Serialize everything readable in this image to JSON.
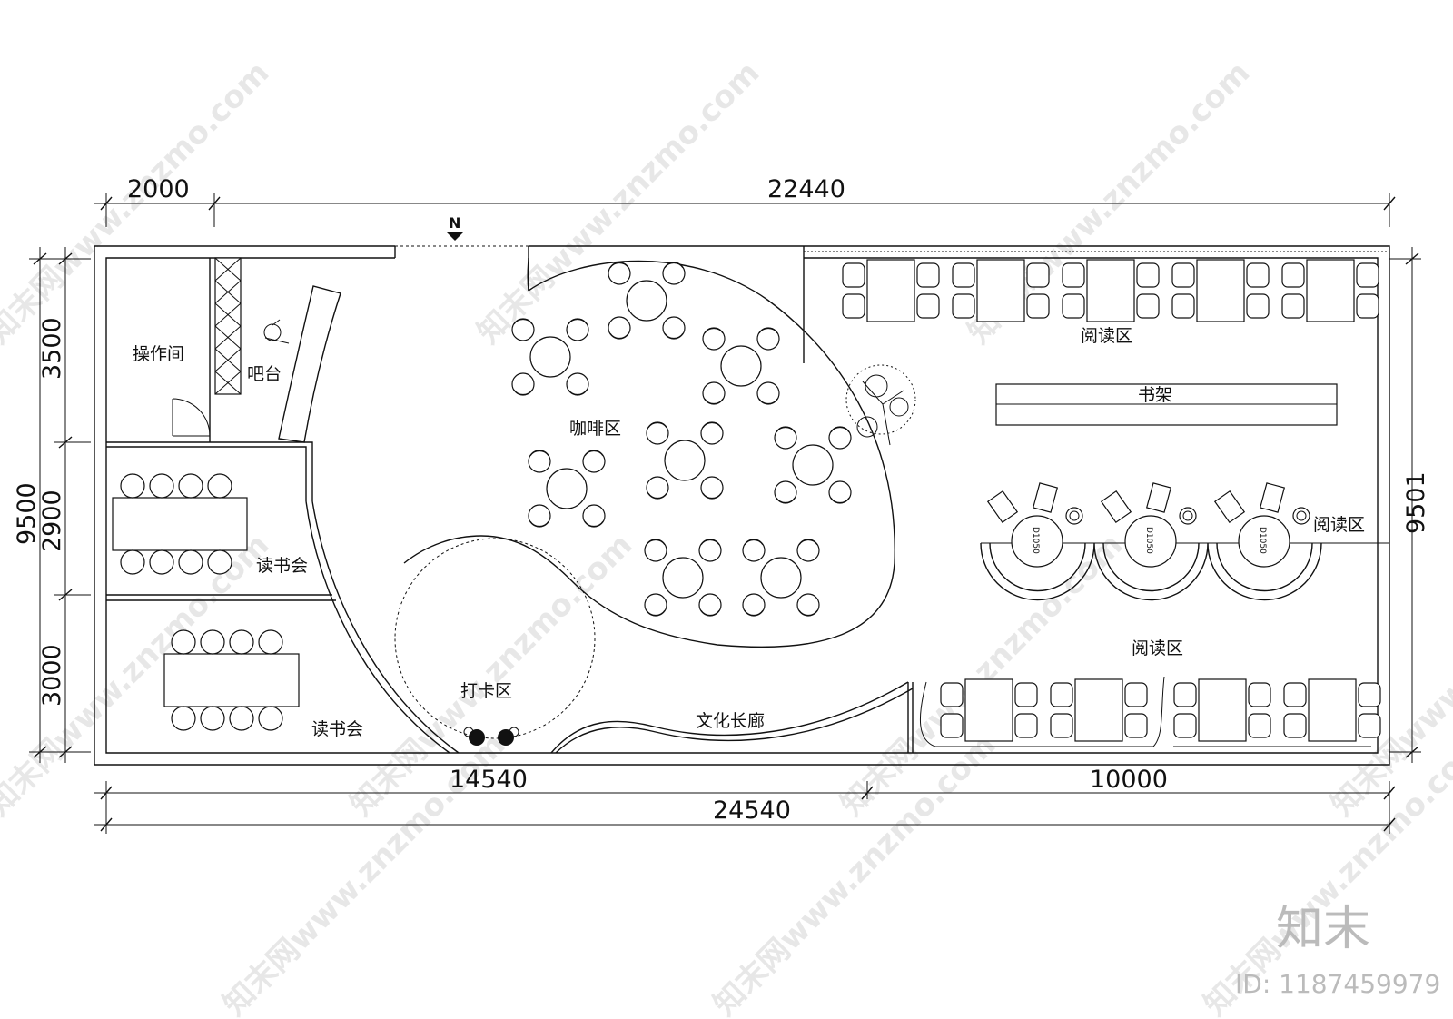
{
  "dimensions": {
    "top_left": "2000",
    "top_main": "22440",
    "left_total": "9500",
    "left_1": "3500",
    "left_2": "2900",
    "left_3": "3000",
    "right": "9501",
    "bottom_1": "14540",
    "bottom_2": "10000",
    "bottom_total": "24540"
  },
  "rooms": {
    "operation": "操作间",
    "bar": "吧台",
    "book_club_1": "读书会",
    "book_club_2": "读书会",
    "coffee": "咖啡区",
    "checkin": "打卡区",
    "corridor": "文化长廊",
    "reading_top": "阅读区",
    "bookshelf": "书架",
    "reading_mid": "阅读区",
    "reading_bottom": "阅读区"
  },
  "table_tag": "D1050",
  "entrance_symbol": "N",
  "watermark": {
    "text": "知末网www.znzmo.com",
    "brand": "知末",
    "id": "ID: 1187459979"
  }
}
